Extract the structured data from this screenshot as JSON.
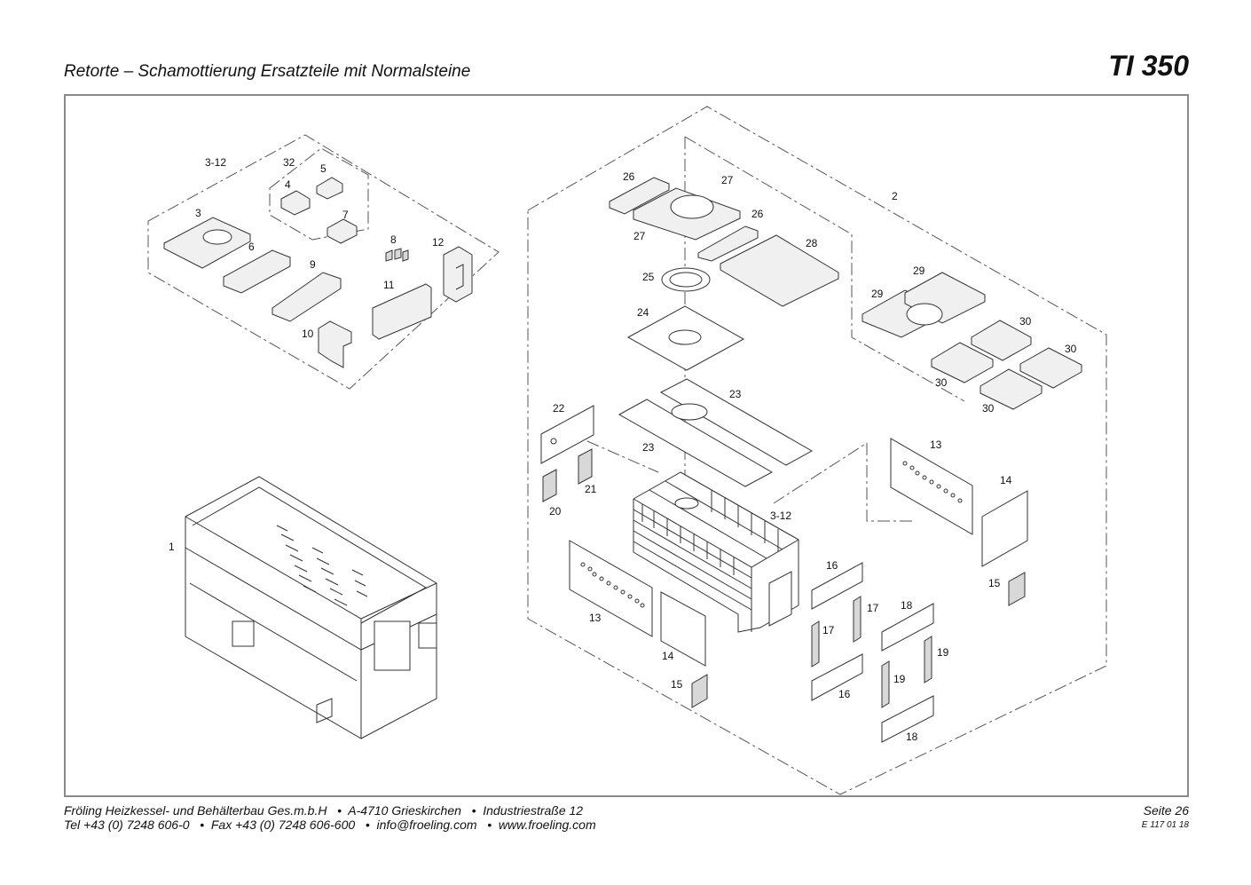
{
  "header": {
    "title": "Retorte – Schamottierung Ersatzteile mit Normalsteine",
    "model": "TI 350"
  },
  "footer": {
    "line1": "Fröling Heizkessel- und Behälterbau Ges.m.b.H   •  A-4710 Grieskirchen   •  Industriestraße 12",
    "line2": "Tel +43 (0) 7248 606-0   •  Fax +43 (0) 7248 606-600   •  info@froeling.com   •  www.froeling.com",
    "page": "Seite 26",
    "doc_no": "E 117 01 18"
  },
  "labels": {
    "l1": "1",
    "l2": "2",
    "l3": "3",
    "l3_12a": "3-12",
    "l3_12b": "3-12",
    "l4": "4",
    "l5": "5",
    "l6": "6",
    "l7": "7",
    "l8": "8",
    "l9": "9",
    "l10": "10",
    "l11": "11",
    "l12": "12",
    "l13a": "13",
    "l13b": "13",
    "l14a": "14",
    "l14b": "14",
    "l15a": "15",
    "l15b": "15",
    "l16a": "16",
    "l16b": "16",
    "l17a": "17",
    "l17b": "17",
    "l18a": "18",
    "l18b": "18",
    "l19a": "19",
    "l19b": "19",
    "l20": "20",
    "l21": "21",
    "l22": "22",
    "l23a": "23",
    "l23b": "23",
    "l24": "24",
    "l25": "25",
    "l26a": "26",
    "l26b": "26",
    "l27a": "27",
    "l27b": "27",
    "l28": "28",
    "l29a": "29",
    "l29b": "29",
    "l30a": "30",
    "l30b": "30",
    "l30c": "30",
    "l30d": "30",
    "l32": "32"
  }
}
